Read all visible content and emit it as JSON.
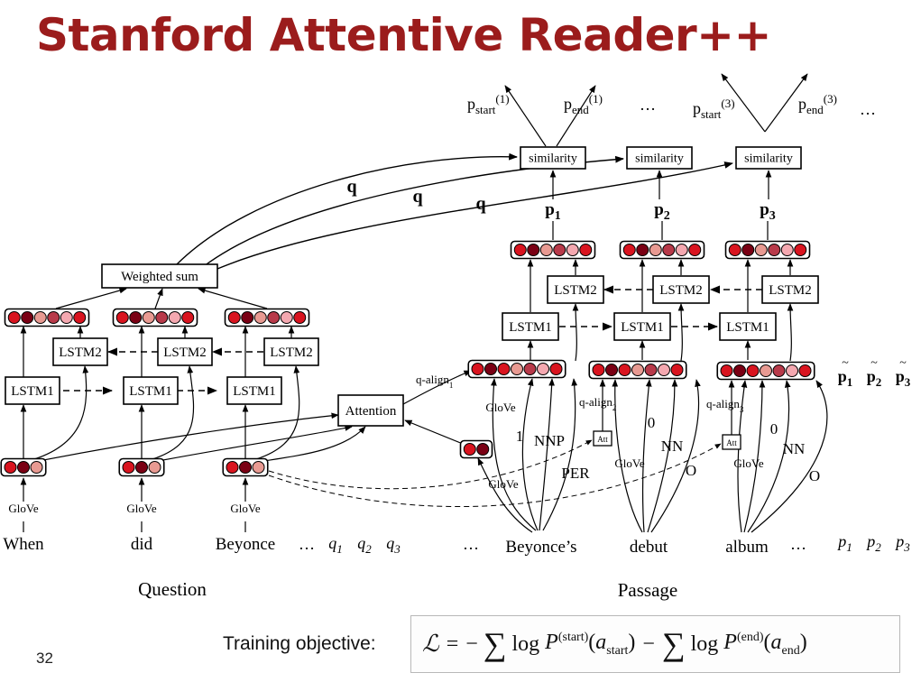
{
  "title": "Stanford Attentive Reader++",
  "slide_number": "32",
  "objective": {
    "label": "Training objective:",
    "formula": "ℒ = − ∑ log P(start)(astart) − ∑ log P(end)(aend)",
    "loss_symbol": "ℒ",
    "equals": "=",
    "minus": "−",
    "sum": "∑",
    "log": "log",
    "p": "P",
    "start_sup": "(start)",
    "end_sup": "(end)",
    "a": "a",
    "start_sub": "start",
    "end_sub": "end",
    "open_paren": "(",
    "close_paren": ")"
  },
  "question": {
    "section_label": "Question",
    "words": [
      "When",
      "did",
      "Beyonce"
    ],
    "glove_label": "GloVe",
    "lstm1_label": "LSTM1",
    "lstm2_label": "LSTM2",
    "weighted_sum_label": "Weighted sum",
    "ellipsis": "…",
    "q_letter": "q",
    "q_subs": [
      "1",
      "2",
      "3"
    ],
    "q_vector_label": "q"
  },
  "passage": {
    "section_label": "Passage",
    "ellipsis": "…",
    "words": [
      "Beyonce’s",
      "debut",
      "album"
    ],
    "p_letter": "p",
    "p_subs": [
      "1",
      "2",
      "3"
    ],
    "p_tilde": "~",
    "glove_label": "GloVe",
    "lstm1_label": "LSTM1",
    "lstm2_label": "LSTM2",
    "attention_label": "Attention",
    "att_small": "Att",
    "q_align_text": "q-align",
    "q_align_subs": [
      "1",
      "2",
      "3"
    ],
    "features": {
      "beyonce": [
        "1",
        "NNP",
        "PER"
      ],
      "debut": [
        "0",
        "NN",
        "O"
      ],
      "album": [
        "0",
        "NN",
        "O"
      ]
    },
    "similarity_label": "similarity",
    "p_bold_subs": [
      "1",
      "2",
      "3"
    ]
  },
  "outputs": {
    "p_letter": "p",
    "start_sub": "start",
    "end_sub": "end",
    "sup_1": "(1)",
    "sup_3": "(3)",
    "ellipsis": "…"
  },
  "colors": {
    "title": "#9b1c1c",
    "node_dark": "#7a0014",
    "node_red": "#d9141f",
    "node_mid": "#b83a4a",
    "node_light": "#e89a92",
    "node_pink": "#f4a8b0"
  }
}
